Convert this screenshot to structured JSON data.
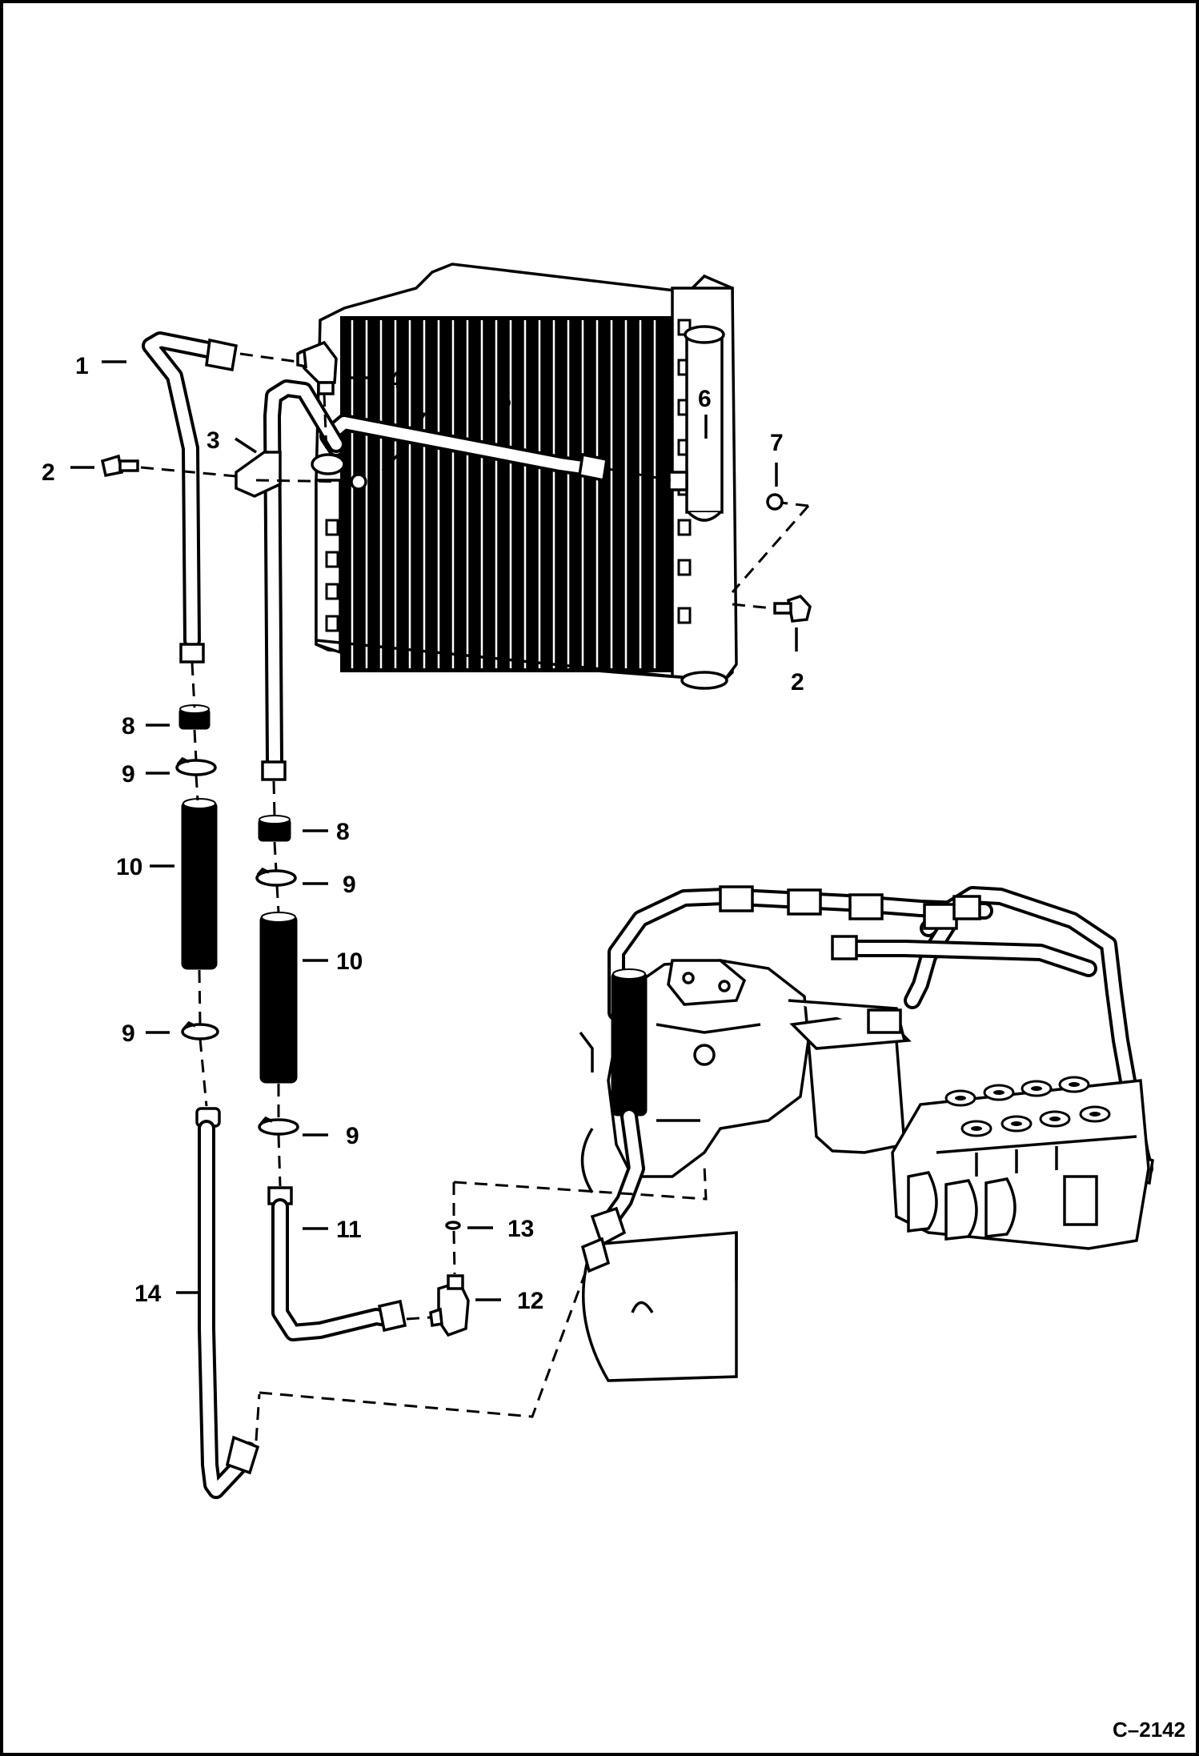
{
  "callouts": {
    "c1": "1",
    "c2a": "2",
    "c2b": "2",
    "c3": "3",
    "c4": "4",
    "c5": "5",
    "c6": "6",
    "c7a": "7",
    "c7b": "7",
    "c8a": "8",
    "c8b": "8",
    "c9a": "9",
    "c9b": "9",
    "c9c": "9",
    "c9d": "9",
    "c10a": "10",
    "c10b": "10",
    "c11": "11",
    "c12": "12",
    "c13": "13",
    "c14": "14"
  },
  "reference_code": "C–2142"
}
